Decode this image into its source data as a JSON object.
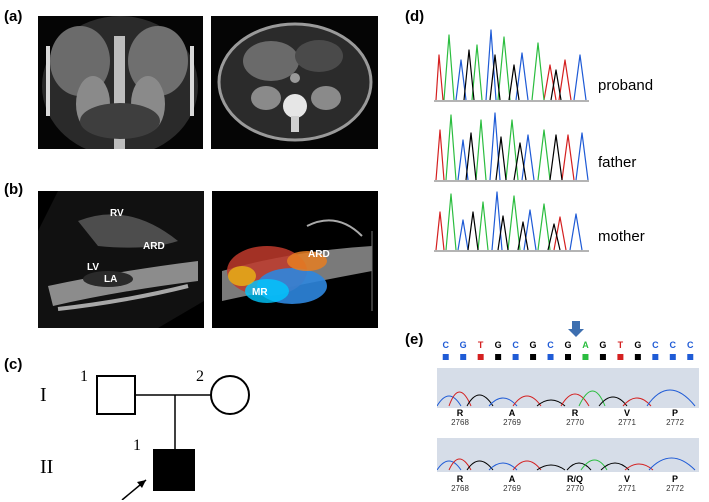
{
  "panels": {
    "a": {
      "label": "(a)"
    },
    "b": {
      "label": "(b)",
      "left_labels": [
        "RV",
        "ARD",
        "LV",
        "LA"
      ],
      "right_labels": [
        "ARD",
        "MR"
      ]
    },
    "c": {
      "label": "(c)",
      "gen1": "I",
      "gen2": "II",
      "num_i1": "1",
      "num_i2": "2",
      "num_ii1": "1"
    },
    "d": {
      "label": "(d)",
      "traces": [
        "proband",
        "father",
        "mother"
      ]
    },
    "e": {
      "label": "(e)",
      "sequence": [
        "C",
        "G",
        "T",
        "G",
        "C",
        "G",
        "C",
        "G",
        "A",
        "G",
        "T",
        "G",
        "C",
        "C",
        "C"
      ],
      "seq_colors": [
        "#1f5bd6",
        "#1f5bd6",
        "#d42020",
        "#000000",
        "#1f5bd6",
        "#000000",
        "#1f5bd6",
        "#000000",
        "#2bbd3f",
        "#000000",
        "#d42020",
        "#000000",
        "#1f5bd6",
        "#1f5bd6",
        "#1f5bd6"
      ],
      "row1": {
        "aa": [
          "R",
          "A",
          "R",
          "V",
          "P"
        ],
        "nums": [
          "2768",
          "2769",
          "2770",
          "2771",
          "2772"
        ]
      },
      "row2": {
        "aa": [
          "R",
          "A",
          "R/Q",
          "V",
          "P"
        ],
        "nums": [
          "2768",
          "2769",
          "2770",
          "2771",
          "2772"
        ]
      }
    }
  }
}
